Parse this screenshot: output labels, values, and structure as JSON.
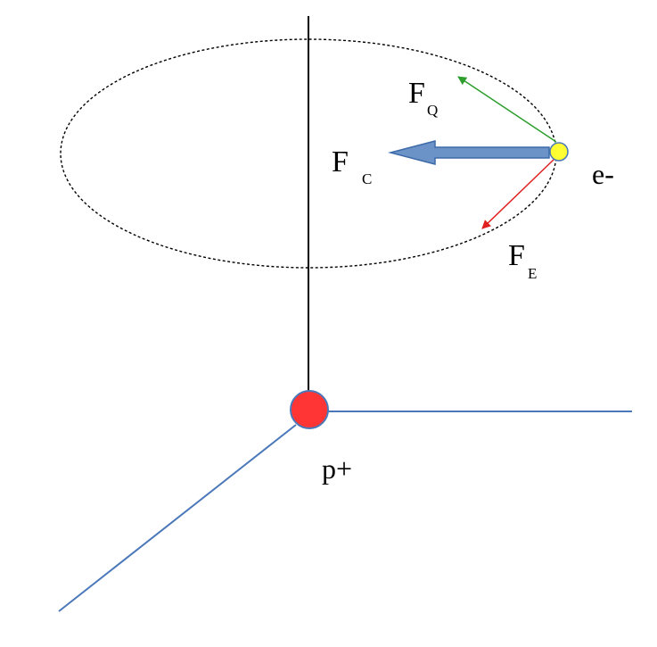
{
  "labels": {
    "force_q": {
      "main": "F",
      "sub": "Q"
    },
    "force_c": {
      "main": "F",
      "sub": "C"
    },
    "force_e": {
      "main": "F",
      "sub": "E"
    },
    "electron": "e-",
    "proton": "p+"
  },
  "colors": {
    "background": "#ffffff",
    "vertical_axis": "#000000",
    "axes": "#4a78b8",
    "orbit": "#000000",
    "force_q": "#2e9e2e",
    "force_c_fill": "#6c93c8",
    "force_c_stroke": "#3d6aa8",
    "force_e": "#e02020",
    "electron_fill": "#ffff33",
    "electron_stroke": "#4a78b8",
    "proton_fill": "#ff3535",
    "proton_stroke": "#4a78b8"
  }
}
